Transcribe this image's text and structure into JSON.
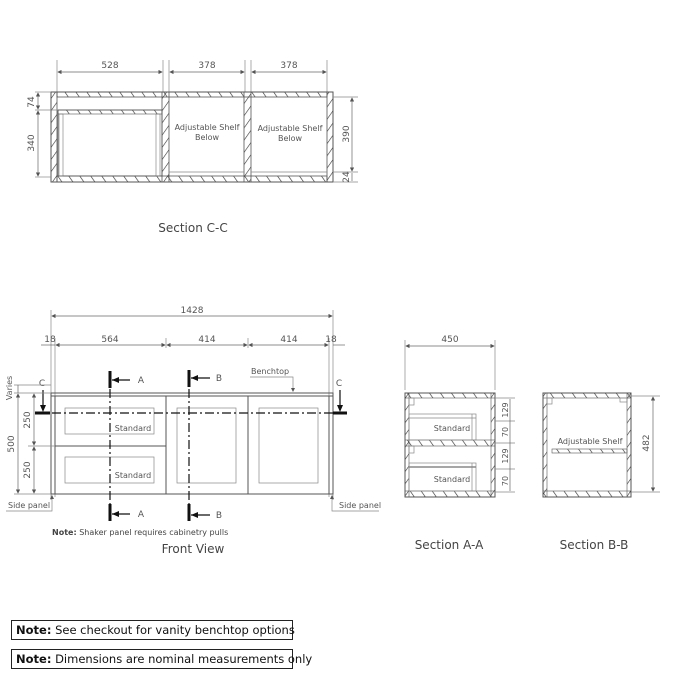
{
  "section_cc": {
    "title": "Section C-C",
    "dims_top": [
      "528",
      "378",
      "378"
    ],
    "dim_left_top": "74",
    "dim_left": "340",
    "dim_right": "390",
    "dim_right_bottom": "24",
    "shelf_label_1": "Adjustable Shelf",
    "shelf_label_1b": "Below",
    "shelf_label_2": "Adjustable Shelf",
    "shelf_label_2b": "Below"
  },
  "front_view": {
    "title": "Front View",
    "overall_width": "1428",
    "dims": [
      "18",
      "564",
      "414",
      "414",
      "18"
    ],
    "varies_label": "Varies",
    "height_total": "500",
    "drawer_heights": [
      "250",
      "250"
    ],
    "drawer_labels": [
      "Standard",
      "Standard"
    ],
    "benchtop_label": "Benchtop",
    "side_panel_left": "Side panel",
    "side_panel_right": "Side panel",
    "section_marks": {
      "a": "A",
      "b": "B",
      "c": "C"
    },
    "note_label": "Note:",
    "note_text": "Shaker panel requires cabinetry pulls"
  },
  "section_aa": {
    "title": "Section A-A",
    "depth": "450",
    "dims_right": [
      "129",
      "70",
      "129",
      "70"
    ],
    "drawer_labels": [
      "Standard",
      "Standard"
    ]
  },
  "section_bb": {
    "title": "Section B-B",
    "height": "482",
    "shelf_label": "Adjustable Shelf"
  },
  "notes": [
    {
      "label": "Note:",
      "text": "See checkout for vanity benchtop options"
    },
    {
      "label": "Note:",
      "text": "Dimensions are nominal measurements only"
    }
  ]
}
